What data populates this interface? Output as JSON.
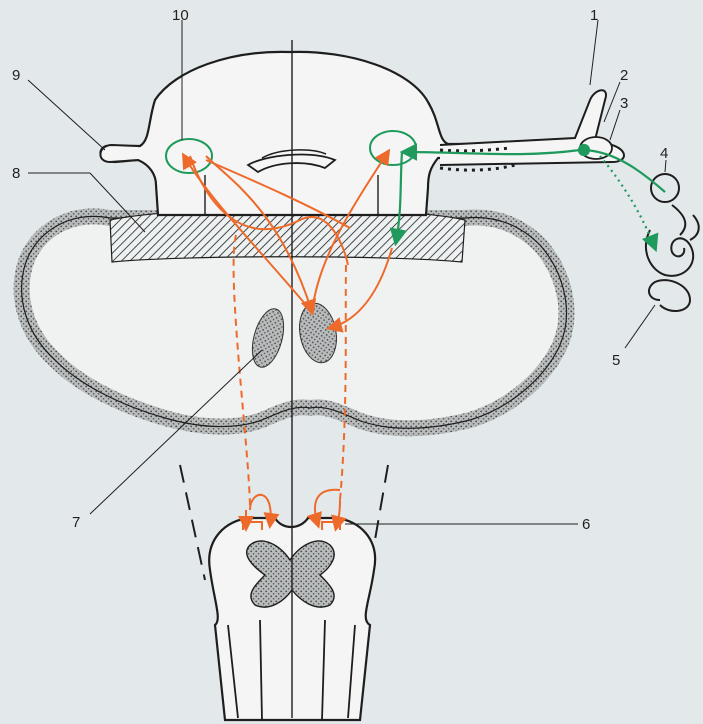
{
  "labels": {
    "l1": "1",
    "l2": "2",
    "l3": "3",
    "l4": "4",
    "l5": "5",
    "l6": "6",
    "l7": "7",
    "l8": "8",
    "l9": "9",
    "l10": "10"
  },
  "colors": {
    "background": "#e3e9eb",
    "outline": "#1e1e1e",
    "vestibular_pathway": "#1f9a5c",
    "motor_pathway": "#ee6a2a",
    "stipple": "#5a5a5a"
  }
}
